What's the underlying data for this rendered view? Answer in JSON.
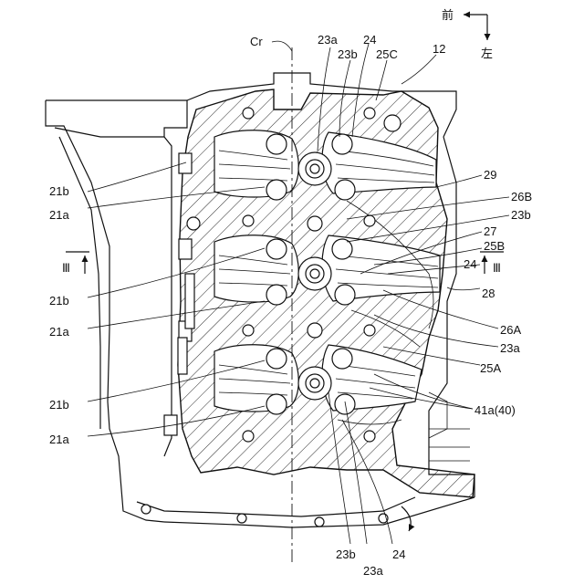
{
  "direction": {
    "front": "前",
    "left": "左"
  },
  "centerline_label": "Cr",
  "section_markers": [
    "Ⅲ",
    "Ⅲ"
  ],
  "labels": {
    "l12": "12",
    "l23a_top": "23a",
    "l23b_top": "23b",
    "l24_top": "24",
    "l25C": "25C",
    "l29": "29",
    "l26B": "26B",
    "l23b_r": "23b",
    "l27": "27",
    "l25B": "25B",
    "l24_r": "24",
    "l28": "28",
    "l26A": "26A",
    "l23a_r": "23a",
    "l25A": "25A",
    "l41a": "41a(40)",
    "l21b_1": "21b",
    "l21a_1": "21a",
    "l21b_2": "21b",
    "l21a_2": "21a",
    "l21b_3": "21b",
    "l21a_3": "21a",
    "l23b_bot": "23b",
    "l24_bot": "24",
    "l23a_bot": "23a"
  }
}
